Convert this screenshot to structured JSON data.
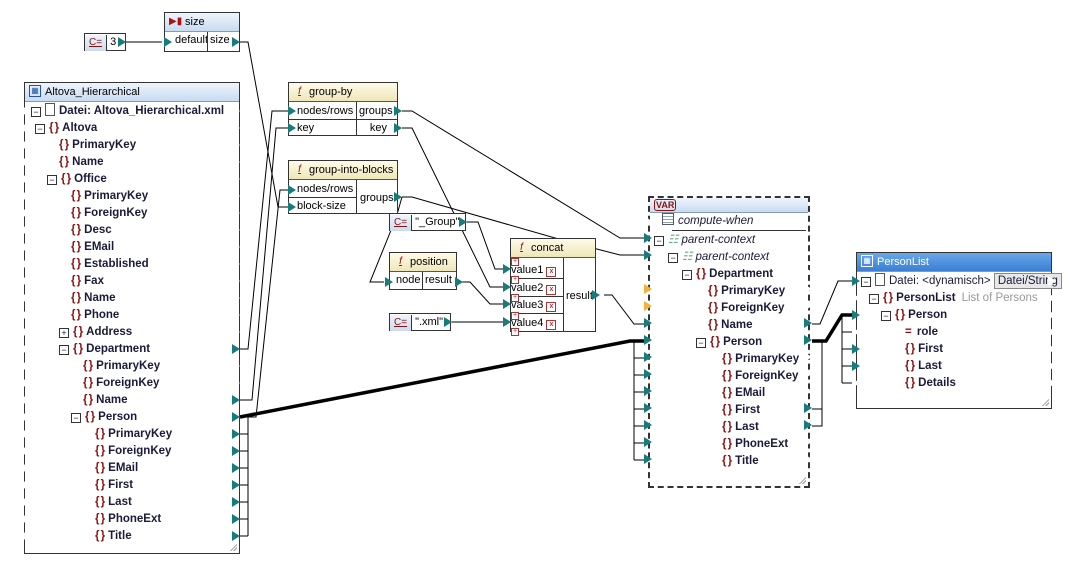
{
  "components": {
    "size_const": {
      "value": "3"
    },
    "size_func": {
      "title": "size",
      "inputs": [
        "default"
      ],
      "outputs": [
        "size"
      ]
    },
    "source": {
      "title": "Altova_Hierarchical",
      "file_label": "Datei: Altova_Hierarchical.xml",
      "items": [
        {
          "label": "Altova",
          "depth": 0,
          "toggle": "-"
        },
        {
          "label": "PrimaryKey",
          "depth": 1
        },
        {
          "label": "Name",
          "depth": 1
        },
        {
          "label": "Office",
          "depth": 1,
          "toggle": "-"
        },
        {
          "label": "PrimaryKey",
          "depth": 2
        },
        {
          "label": "ForeignKey",
          "depth": 2
        },
        {
          "label": "Desc",
          "depth": 2
        },
        {
          "label": "EMail",
          "depth": 2
        },
        {
          "label": "Established",
          "depth": 2
        },
        {
          "label": "Fax",
          "depth": 2
        },
        {
          "label": "Name",
          "depth": 2
        },
        {
          "label": "Phone",
          "depth": 2
        },
        {
          "label": "Address",
          "depth": 2,
          "toggle": "+"
        },
        {
          "label": "Department",
          "depth": 2,
          "toggle": "-"
        },
        {
          "label": "PrimaryKey",
          "depth": 3
        },
        {
          "label": "ForeignKey",
          "depth": 3
        },
        {
          "label": "Name",
          "depth": 3
        },
        {
          "label": "Person",
          "depth": 3,
          "toggle": "-"
        },
        {
          "label": "PrimaryKey",
          "depth": 4
        },
        {
          "label": "ForeignKey",
          "depth": 4
        },
        {
          "label": "EMail",
          "depth": 4
        },
        {
          "label": "First",
          "depth": 4
        },
        {
          "label": "Last",
          "depth": 4
        },
        {
          "label": "PhoneExt",
          "depth": 4
        },
        {
          "label": "Title",
          "depth": 4
        }
      ]
    },
    "group_by": {
      "title": "group-by",
      "inputs": [
        "nodes/rows",
        "key"
      ],
      "outputs": [
        "groups",
        "key"
      ]
    },
    "group_into_blocks": {
      "title": "group-into-blocks",
      "inputs": [
        "nodes/rows",
        "block-size"
      ],
      "outputs": [
        "groups"
      ]
    },
    "group_const": {
      "value": "\"_Group\""
    },
    "position_func": {
      "title": "position",
      "inputs": [
        "node"
      ],
      "outputs": [
        "result"
      ]
    },
    "xml_const": {
      "value": "\".xml\""
    },
    "concat": {
      "title": "concat",
      "inputs": [
        "value1",
        "value2",
        "value3",
        "value4"
      ],
      "outputs": [
        "result"
      ]
    },
    "variable": {
      "badge": "VAR",
      "compute_when": "compute-when",
      "items": [
        {
          "label": "parent-context",
          "depth": 0,
          "toggle": "-",
          "kind": "context"
        },
        {
          "label": "parent-context",
          "depth": 1,
          "toggle": "-",
          "kind": "context"
        },
        {
          "label": "Department",
          "depth": 2,
          "toggle": "-"
        },
        {
          "label": "PrimaryKey",
          "depth": 3
        },
        {
          "label": "ForeignKey",
          "depth": 3
        },
        {
          "label": "Name",
          "depth": 3
        },
        {
          "label": "Person",
          "depth": 3,
          "toggle": "-"
        },
        {
          "label": "PrimaryKey",
          "depth": 4
        },
        {
          "label": "ForeignKey",
          "depth": 4
        },
        {
          "label": "EMail",
          "depth": 4
        },
        {
          "label": "First",
          "depth": 4
        },
        {
          "label": "Last",
          "depth": 4
        },
        {
          "label": "PhoneExt",
          "depth": 4
        },
        {
          "label": "Title",
          "depth": 4
        }
      ]
    },
    "target": {
      "title": "PersonList",
      "file_label": "Datei: <dynamisch>",
      "file_button": "Datei/String",
      "items": [
        {
          "label": "PersonList",
          "depth": 0,
          "toggle": "-",
          "note": "List of Persons"
        },
        {
          "label": "Person",
          "depth": 1,
          "toggle": "-"
        },
        {
          "label": "role",
          "depth": 2,
          "kind": "attribute"
        },
        {
          "label": "First",
          "depth": 2
        },
        {
          "label": "Last",
          "depth": 2
        },
        {
          "label": "Details",
          "depth": 2
        }
      ]
    }
  },
  "colors": {
    "connector": "#187d7a",
    "element_brace": "#8b1010",
    "target_header": "#3a7fd4",
    "function_header": "#efe6b8"
  }
}
